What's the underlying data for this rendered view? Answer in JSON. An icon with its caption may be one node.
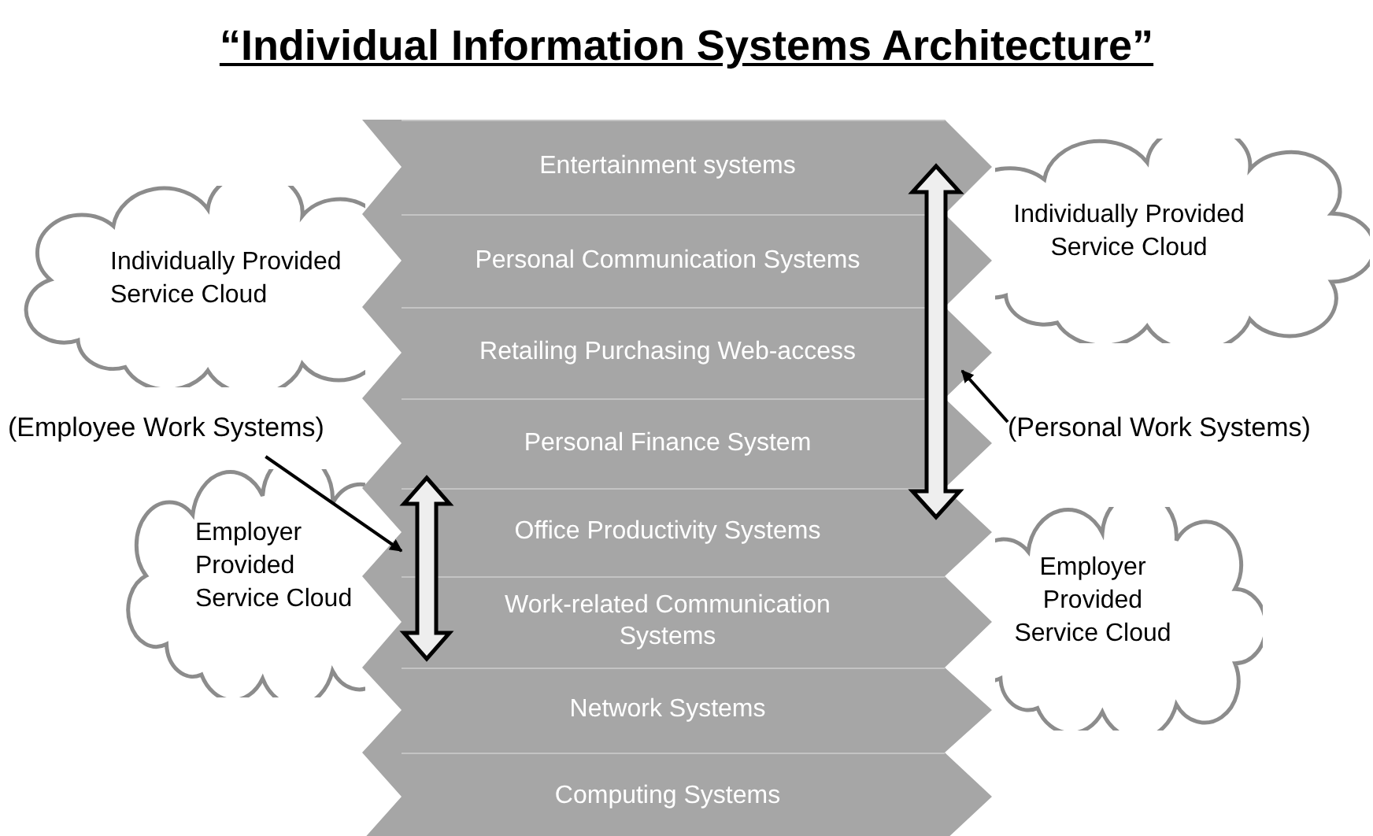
{
  "diagram": {
    "title": "“Individual Information Systems Architecture”",
    "nodes": [
      {
        "text": [
          "Entertainment systems"
        ]
      },
      {
        "text": [
          "Personal Communication Systems"
        ]
      },
      {
        "text": [
          "Retailing Purchasing Web-access"
        ]
      },
      {
        "text": [
          "Personal Finance System"
        ]
      },
      {
        "text": [
          "Office Productivity Systems"
        ]
      },
      {
        "text": [
          "Work-related Communication Systems"
        ]
      },
      {
        "text": [
          "Network Systems"
        ]
      },
      {
        "text": [
          "Computing Systems"
        ]
      },
      {
        "text": [
          "Individually Provided Service Cloud"
        ]
      },
      {
        "text": [
          "Individually Provided Service Cloud"
        ]
      },
      {
        "text": [
          "Employer Provided Service Cloud"
        ]
      },
      {
        "text": [
          "Employer Provided Service Cloud"
        ]
      },
      {
        "text": [
          "(Employee Work Systems)"
        ]
      },
      {
        "text": [
          "(Personal Work Systems)"
        ]
      },
      {
        "text": [],
        "shape": "arrow"
      },
      {
        "text": [],
        "shape": "arrow"
      }
    ],
    "edges": [
      {
        "from": 12,
        "to": 14,
        "arrow": "to"
      },
      {
        "from": 13,
        "to": 15,
        "arrow": "to"
      }
    ]
  }
}
